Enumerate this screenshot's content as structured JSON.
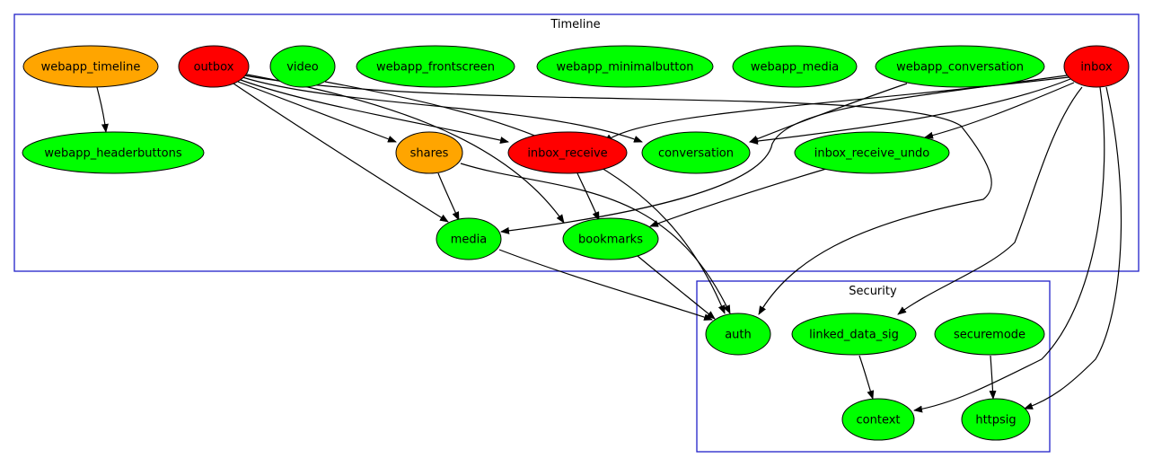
{
  "colors": {
    "red": "#ff0000",
    "green": "#00ff00",
    "orange": "#ffa500",
    "cluster_border": "#2020c8",
    "edge": "#000000"
  },
  "clusters": [
    {
      "id": "timeline",
      "label": "Timeline"
    },
    {
      "id": "security",
      "label": "Security"
    }
  ],
  "nodes": [
    {
      "id": "webapp_timeline",
      "label": "webapp_timeline",
      "color": "orange"
    },
    {
      "id": "outbox",
      "label": "outbox",
      "color": "red"
    },
    {
      "id": "video",
      "label": "video",
      "color": "green"
    },
    {
      "id": "webapp_frontscreen",
      "label": "webapp_frontscreen",
      "color": "green"
    },
    {
      "id": "webapp_minimalbutton",
      "label": "webapp_minimalbutton",
      "color": "green"
    },
    {
      "id": "webapp_media",
      "label": "webapp_media",
      "color": "green"
    },
    {
      "id": "webapp_conversation",
      "label": "webapp_conversation",
      "color": "green"
    },
    {
      "id": "inbox",
      "label": "inbox",
      "color": "red"
    },
    {
      "id": "webapp_headerbuttons",
      "label": "webapp_headerbuttons",
      "color": "green"
    },
    {
      "id": "shares",
      "label": "shares",
      "color": "orange"
    },
    {
      "id": "inbox_receive",
      "label": "inbox_receive",
      "color": "red"
    },
    {
      "id": "conversation",
      "label": "conversation",
      "color": "green"
    },
    {
      "id": "inbox_receive_undo",
      "label": "inbox_receive_undo",
      "color": "green"
    },
    {
      "id": "media",
      "label": "media",
      "color": "green"
    },
    {
      "id": "bookmarks",
      "label": "bookmarks",
      "color": "green"
    },
    {
      "id": "auth",
      "label": "auth",
      "color": "green"
    },
    {
      "id": "linked_data_sig",
      "label": "linked_data_sig",
      "color": "green"
    },
    {
      "id": "securemode",
      "label": "securemode",
      "color": "green"
    },
    {
      "id": "context",
      "label": "context",
      "color": "green"
    },
    {
      "id": "httpsig",
      "label": "httpsig",
      "color": "green"
    }
  ],
  "edges": [
    {
      "from": "webapp_timeline",
      "to": "webapp_headerbuttons"
    },
    {
      "from": "outbox",
      "to": "shares"
    },
    {
      "from": "outbox",
      "to": "inbox_receive"
    },
    {
      "from": "outbox",
      "to": "conversation"
    },
    {
      "from": "outbox",
      "to": "media"
    },
    {
      "from": "outbox",
      "to": "bookmarks"
    },
    {
      "from": "outbox",
      "to": "auth"
    },
    {
      "from": "video",
      "to": "auth"
    },
    {
      "from": "webapp_conversation",
      "to": "conversation"
    },
    {
      "from": "inbox",
      "to": "inbox_receive"
    },
    {
      "from": "inbox",
      "to": "conversation"
    },
    {
      "from": "inbox",
      "to": "inbox_receive_undo"
    },
    {
      "from": "inbox",
      "to": "media"
    },
    {
      "from": "inbox",
      "to": "linked_data_sig"
    },
    {
      "from": "inbox",
      "to": "context"
    },
    {
      "from": "inbox",
      "to": "httpsig"
    },
    {
      "from": "shares",
      "to": "media"
    },
    {
      "from": "shares",
      "to": "auth"
    },
    {
      "from": "inbox_receive",
      "to": "bookmarks"
    },
    {
      "from": "inbox_receive_undo",
      "to": "bookmarks"
    },
    {
      "from": "media",
      "to": "auth"
    },
    {
      "from": "bookmarks",
      "to": "auth"
    },
    {
      "from": "linked_data_sig",
      "to": "context"
    },
    {
      "from": "securemode",
      "to": "httpsig"
    }
  ]
}
